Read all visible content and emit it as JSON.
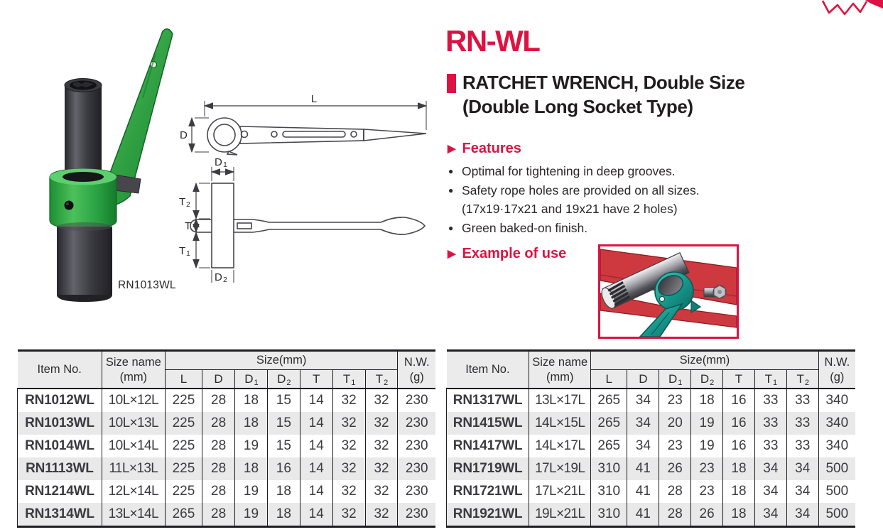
{
  "colors": {
    "accent": "#dc1342",
    "green": "#2fae47",
    "dark_metal": "#3a3a40",
    "teal": "#16948a",
    "beam_red": "#ce393f"
  },
  "photo": {
    "caption": "RN1013WL"
  },
  "header": {
    "model": "RN-WL",
    "name_line1": "RATCHET WRENCH, Double Size",
    "name_line2": "(Double Long Socket Type)"
  },
  "features": {
    "heading": "Features",
    "items": [
      "Optimal for tightening in deep grooves.",
      "Safety rope holes are provided on all sizes.",
      "(17x19·17x21 and 19x21 have 2 holes)",
      "Green baked-on finish."
    ]
  },
  "example": {
    "heading": "Example of use"
  },
  "diagram": {
    "L": "L",
    "D": "D",
    "D1b": "D",
    "D1s": "1",
    "D2b": "D",
    "D2s": "2",
    "T": "T",
    "T1b": "T",
    "T1s": "1",
    "T2b": "T",
    "T2s": "2"
  },
  "tables": {
    "header": {
      "item": "Item No.",
      "size_name_1": "Size name",
      "size_name_2": "(mm)",
      "size_group": "Size(mm)",
      "nw_1": "N.W.",
      "nw_2": "(g)",
      "size_cols": [
        {
          "b": "L"
        },
        {
          "b": "D"
        },
        {
          "b": "D",
          "s": "1"
        },
        {
          "b": "D",
          "s": "2"
        },
        {
          "b": "T"
        },
        {
          "b": "T",
          "s": "1"
        },
        {
          "b": "T",
          "s": "2"
        }
      ]
    },
    "left_rows": [
      [
        "RN1012WL",
        "10L×12L",
        "225",
        "28",
        "18",
        "15",
        "14",
        "32",
        "32",
        "230"
      ],
      [
        "RN1013WL",
        "10L×13L",
        "225",
        "28",
        "18",
        "15",
        "14",
        "32",
        "32",
        "230"
      ],
      [
        "RN1014WL",
        "10L×14L",
        "225",
        "28",
        "19",
        "15",
        "14",
        "32",
        "32",
        "230"
      ],
      [
        "RN1113WL",
        "11L×13L",
        "225",
        "28",
        "18",
        "16",
        "14",
        "32",
        "32",
        "230"
      ],
      [
        "RN1214WL",
        "12L×14L",
        "225",
        "28",
        "19",
        "18",
        "14",
        "32",
        "32",
        "230"
      ],
      [
        "RN1314WL",
        "13L×14L",
        "265",
        "28",
        "19",
        "18",
        "14",
        "32",
        "32",
        "230"
      ]
    ],
    "right_rows": [
      [
        "RN1317WL",
        "13L×17L",
        "265",
        "34",
        "23",
        "18",
        "16",
        "33",
        "33",
        "340"
      ],
      [
        "RN1415WL",
        "14L×15L",
        "265",
        "34",
        "20",
        "19",
        "16",
        "33",
        "33",
        "340"
      ],
      [
        "RN1417WL",
        "14L×17L",
        "265",
        "34",
        "23",
        "19",
        "16",
        "33",
        "33",
        "340"
      ],
      [
        "RN1719WL",
        "17L×19L",
        "310",
        "41",
        "26",
        "23",
        "18",
        "34",
        "34",
        "500"
      ],
      [
        "RN1721WL",
        "17L×21L",
        "310",
        "41",
        "28",
        "23",
        "18",
        "34",
        "34",
        "500"
      ],
      [
        "RN1921WL",
        "19L×21L",
        "310",
        "41",
        "28",
        "26",
        "18",
        "34",
        "34",
        "500"
      ]
    ]
  }
}
